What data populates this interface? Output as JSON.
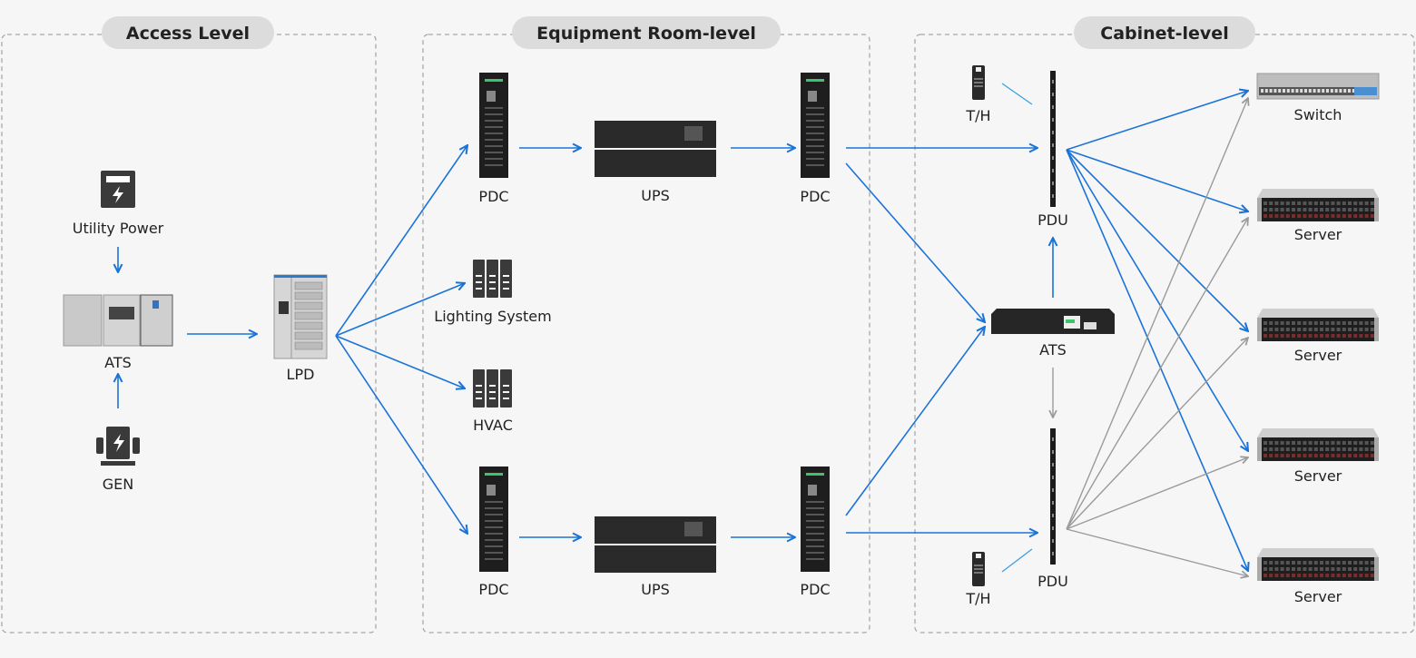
{
  "colors": {
    "background": "#f6f6f6",
    "panel_border": "#a8a8a8",
    "pill": "#dcdcdc",
    "power_line": "#1a73d9",
    "backup_line": "#9a9a9a",
    "sensor_line": "#3aa0e0"
  },
  "panels": [
    {
      "id": "access",
      "title": "Access Level"
    },
    {
      "id": "room",
      "title": "Equipment Room-level"
    },
    {
      "id": "cabinet",
      "title": "Cabinet-level"
    }
  ],
  "nodes": [
    {
      "id": "utility",
      "label": "Utility Power",
      "icon": "utility-power-icon"
    },
    {
      "id": "ats1",
      "label": "ATS",
      "icon": "ats-cabinet-icon"
    },
    {
      "id": "gen",
      "label": "GEN",
      "icon": "generator-icon"
    },
    {
      "id": "lpd",
      "label": "LPD",
      "icon": "switchgear-icon"
    },
    {
      "id": "pdc1",
      "label": "PDC",
      "icon": "pdc-rack-icon"
    },
    {
      "id": "ups1",
      "label": "UPS",
      "icon": "ups-icon"
    },
    {
      "id": "pdc2",
      "label": "PDC",
      "icon": "pdc-rack-icon"
    },
    {
      "id": "light",
      "label": "Lighting System",
      "icon": "building-icon"
    },
    {
      "id": "hvac",
      "label": "HVAC",
      "icon": "building-icon"
    },
    {
      "id": "pdc3",
      "label": "PDC",
      "icon": "pdc-rack-icon"
    },
    {
      "id": "ups2",
      "label": "UPS",
      "icon": "ups-icon"
    },
    {
      "id": "pdc4",
      "label": "PDC",
      "icon": "pdc-rack-icon"
    },
    {
      "id": "th1",
      "label": "T/H",
      "icon": "sensor-icon"
    },
    {
      "id": "pdu1",
      "label": "PDU",
      "icon": "pdu-strip-icon"
    },
    {
      "id": "ats2",
      "label": "ATS",
      "icon": "rack-ats-icon"
    },
    {
      "id": "pdu2",
      "label": "PDU",
      "icon": "pdu-strip-icon"
    },
    {
      "id": "th2",
      "label": "T/H",
      "icon": "sensor-icon"
    },
    {
      "id": "switch",
      "label": "Switch",
      "icon": "network-switch-icon"
    },
    {
      "id": "srv1",
      "label": "Server",
      "icon": "server-icon"
    },
    {
      "id": "srv2",
      "label": "Server",
      "icon": "server-icon"
    },
    {
      "id": "srv3",
      "label": "Server",
      "icon": "server-icon"
    },
    {
      "id": "srv4",
      "label": "Server",
      "icon": "server-icon"
    }
  ],
  "edges": [
    {
      "from": "utility",
      "to": "ats1",
      "style": "power"
    },
    {
      "from": "gen",
      "to": "ats1",
      "style": "power"
    },
    {
      "from": "ats1",
      "to": "lpd",
      "style": "power"
    },
    {
      "from": "lpd",
      "to": "pdc1",
      "style": "power"
    },
    {
      "from": "lpd",
      "to": "light",
      "style": "power"
    },
    {
      "from": "lpd",
      "to": "hvac",
      "style": "power"
    },
    {
      "from": "lpd",
      "to": "pdc3",
      "style": "power"
    },
    {
      "from": "pdc1",
      "to": "ups1",
      "style": "power"
    },
    {
      "from": "ups1",
      "to": "pdc2",
      "style": "power"
    },
    {
      "from": "pdc3",
      "to": "ups2",
      "style": "power"
    },
    {
      "from": "ups2",
      "to": "pdc4",
      "style": "power"
    },
    {
      "from": "pdc2",
      "to": "pdu1",
      "style": "power"
    },
    {
      "from": "pdc2",
      "to": "ats2",
      "style": "power"
    },
    {
      "from": "pdc4",
      "to": "ats2",
      "style": "power"
    },
    {
      "from": "pdc4",
      "to": "pdu2",
      "style": "power"
    },
    {
      "from": "ats2",
      "to": "pdu1",
      "style": "power"
    },
    {
      "from": "ats2",
      "to": "pdu2",
      "style": "backup"
    },
    {
      "from": "th1",
      "to": "pdu1",
      "style": "sensor"
    },
    {
      "from": "th2",
      "to": "pdu2",
      "style": "sensor"
    },
    {
      "from": "pdu1",
      "to": "switch",
      "style": "power"
    },
    {
      "from": "pdu1",
      "to": "srv1",
      "style": "power"
    },
    {
      "from": "pdu1",
      "to": "srv2",
      "style": "power"
    },
    {
      "from": "pdu1",
      "to": "srv3",
      "style": "power"
    },
    {
      "from": "pdu1",
      "to": "srv4",
      "style": "power"
    },
    {
      "from": "pdu2",
      "to": "switch",
      "style": "backup"
    },
    {
      "from": "pdu2",
      "to": "srv1",
      "style": "backup"
    },
    {
      "from": "pdu2",
      "to": "srv2",
      "style": "backup"
    },
    {
      "from": "pdu2",
      "to": "srv3",
      "style": "backup"
    },
    {
      "from": "pdu2",
      "to": "srv4",
      "style": "backup"
    }
  ]
}
